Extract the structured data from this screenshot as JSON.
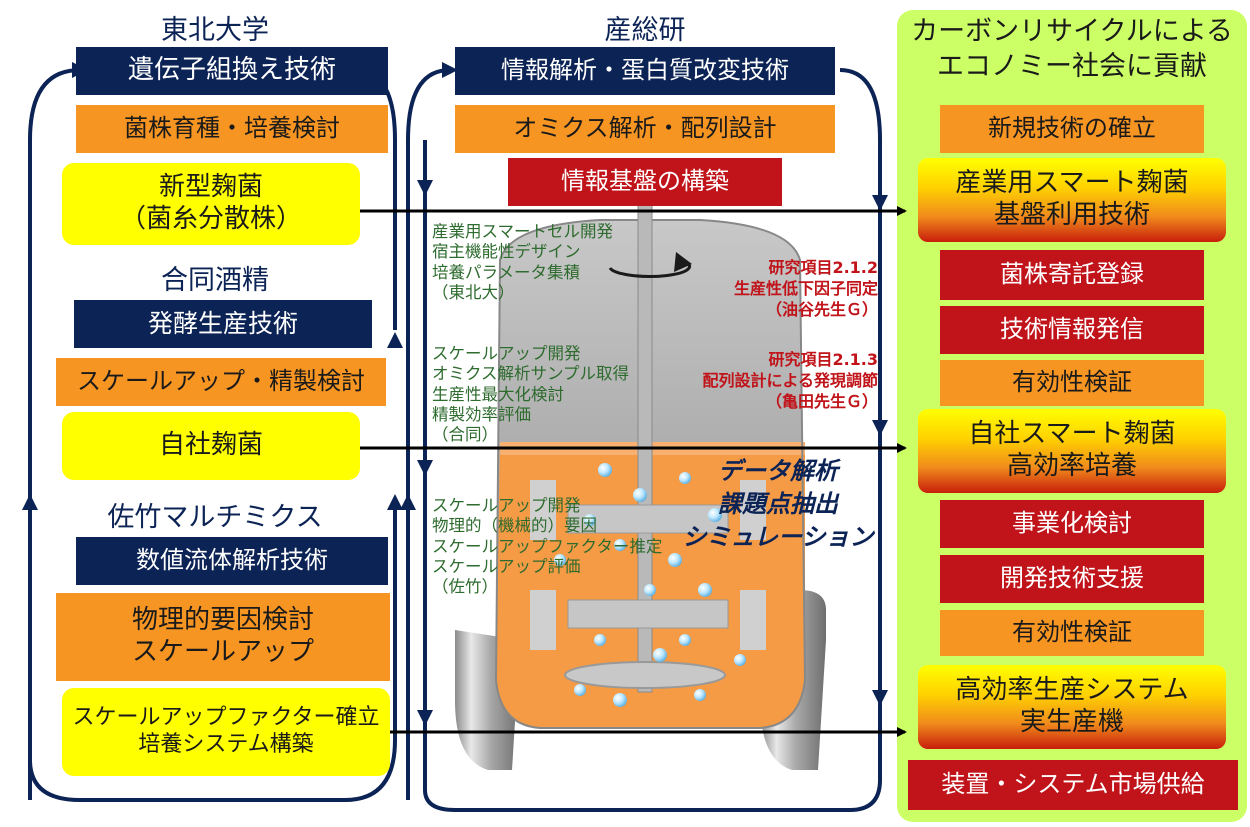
{
  "tohoku": {
    "title": "東北大学",
    "tech": "遺伝子組換え技術",
    "study": "菌株育種・培養検討",
    "strain": "新型麹菌\n（菌糸分散株）"
  },
  "godo": {
    "title": "合同酒精",
    "tech": "発酵生産技術",
    "study": "スケールアップ・精製検討",
    "strain": "自社麹菌"
  },
  "satake": {
    "title": "佐竹マルチミクス",
    "tech": "数値流体解析技術",
    "study": "物理的要因検討\nスケールアップ",
    "result": "スケールアップファクター確立\n培養システム構築"
  },
  "aist": {
    "title": "産総研",
    "tech": "情報解析・蛋白質改変技術",
    "study": "オミクス解析・配列設計",
    "base": "情報基盤の構築"
  },
  "notes": {
    "tohoku": "産業用スマートセル開発\n宿主機能性デザイン\n培養パラメータ集積\n（東北大）",
    "godo": "スケールアップ開発\nオミクス解析サンプル取得\n生産性最大化検討\n精製効率評価\n（合同）",
    "satake": "スケールアップ開発\n物理的（機械的）要因\nスケールアップファクター推定\nスケールアップ評価\n（佐竹）"
  },
  "research": {
    "item1": "研究項目2.1.2\n生産性低下因子同定\n（油谷先生Ｇ）",
    "item2": "研究項目2.1.3\n配列設計による発現調節\n（亀田先生Ｇ）"
  },
  "analysis": "データ解析\n課題点抽出\nシミュレーション",
  "outcome": {
    "title": "カーボンリサイクルによる\nエコノミー社会に貢献",
    "new_tech": "新規技術の確立",
    "smart_base": "産業用スマート麹菌\n基盤利用技術",
    "deposit": "菌株寄託登録",
    "info": "技術情報発信",
    "verify1": "有効性検証",
    "own_smart": "自社スマート麹菌\n高効率培養",
    "business": "事業化検討",
    "support": "開発技術支援",
    "verify2": "有効性検証",
    "system": "高効率生産システム\n実生産機",
    "market": "装置・システム市場供給"
  },
  "colors": {
    "navy": "#0c2356",
    "orange": "#f79523",
    "yellow": "#ffff00",
    "red": "#c0141a",
    "green_panel": "#ccff66",
    "note_green": "#2e6b2e"
  },
  "icons": [
    "bioreactor-tank-icon",
    "impeller-icon",
    "rotation-arrow-icon",
    "cycle-arrow-icon",
    "flow-arrow-icon"
  ]
}
